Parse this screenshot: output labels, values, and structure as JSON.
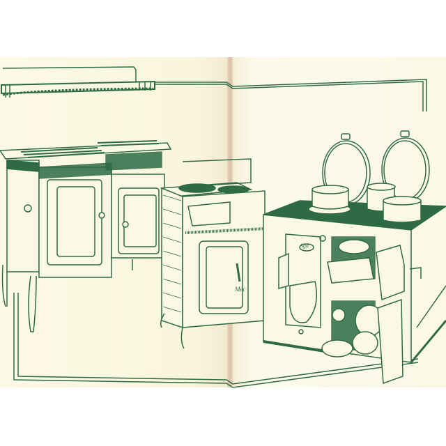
{
  "illustration": {
    "description": "Vintage green line illustration spread across two book pages showing kitchen stoves and an Aga-style cooker",
    "colors": {
      "ink": "#2e6b45",
      "paper": "#fbf8e4",
      "fold": "#d9bfa8",
      "background": "#ffffff"
    },
    "objects": [
      {
        "name": "range-stove-with-rail",
        "position": "left"
      },
      {
        "name": "enamel-stove",
        "position": "center",
        "brand_text": "Méc"
      },
      {
        "name": "aga-cooker-open-doors",
        "position": "right",
        "brand_text": "Aga"
      }
    ],
    "stove_badge": "Méc",
    "aga_logo": "Aga"
  }
}
